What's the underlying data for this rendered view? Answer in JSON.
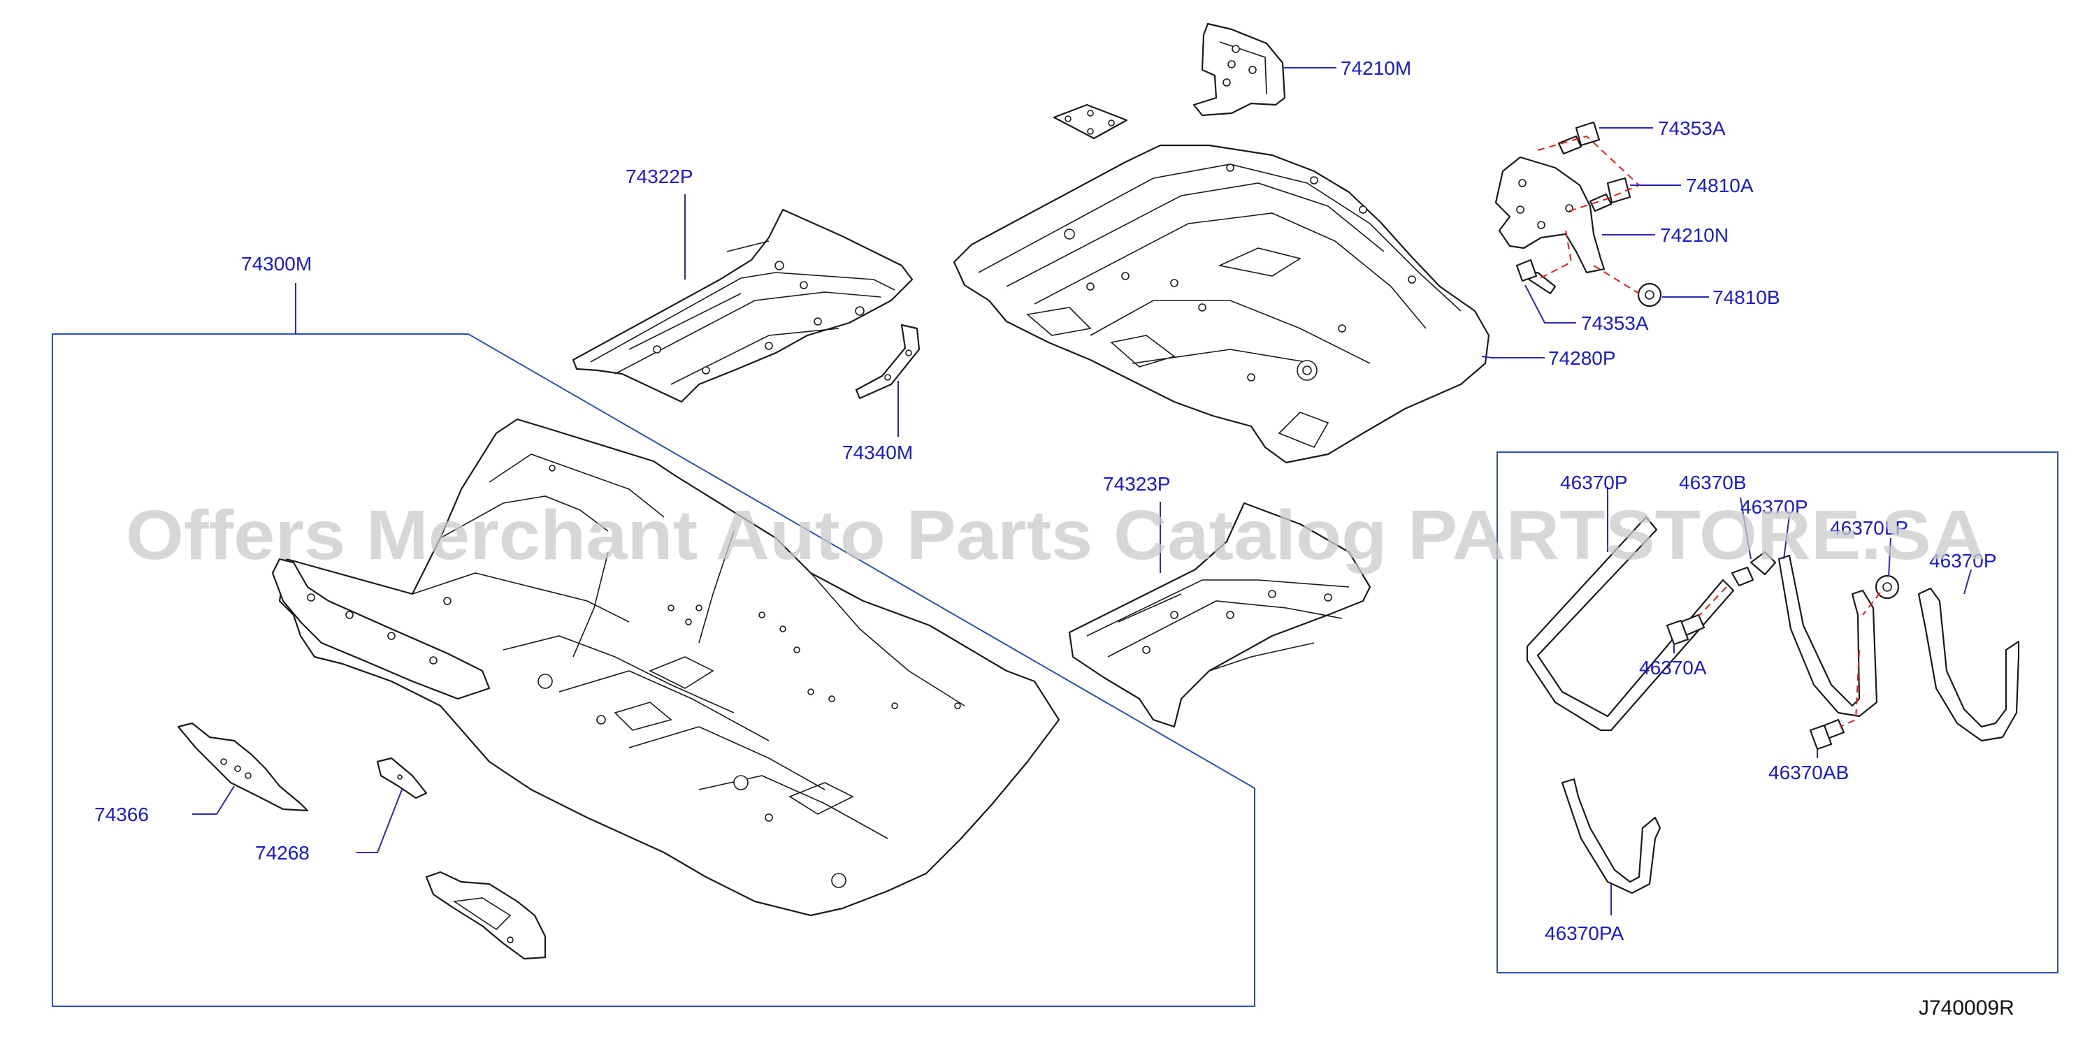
{
  "diagram": {
    "callouts": {
      "p74210M": "74210M",
      "p74353A_top": "74353A",
      "p74810A": "74810A",
      "p74210N": "74210N",
      "p74810B": "74810B",
      "p74353A_bottom": "74353A",
      "p74280P": "74280P",
      "p74322P": "74322P",
      "p74340M": "74340M",
      "p74300M": "74300M",
      "p74323P": "74323P",
      "p74366": "74366",
      "p74268": "74268",
      "p46370P_left": "46370P",
      "p46370B": "46370B",
      "p46370P_mid": "46370P",
      "p46370LP": "46370LP",
      "p46370P_right": "46370P",
      "p46370A": "46370A",
      "p46370AB": "46370AB",
      "p46370PA": "46370PA"
    },
    "drawing_code": "J740009R",
    "watermark": "Offers Merchant Auto Parts Catalog PARTSTORE.SA"
  }
}
